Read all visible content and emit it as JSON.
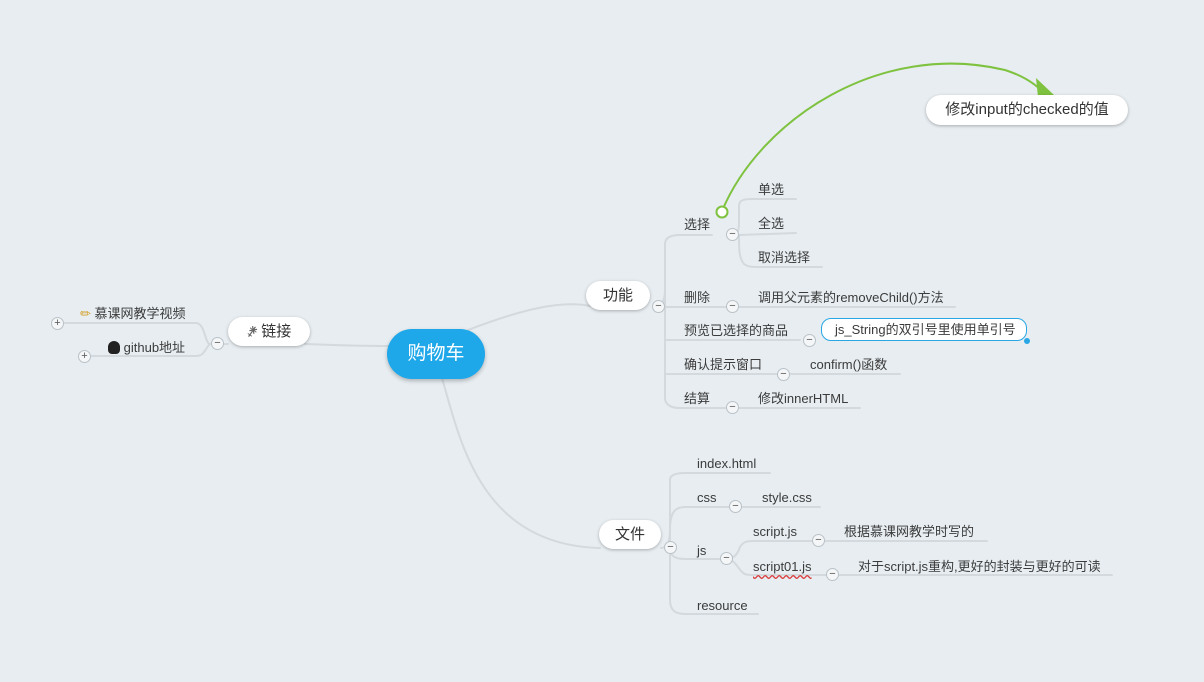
{
  "root": {
    "label": "购物车"
  },
  "links": {
    "label": "链接",
    "icon": "paperclip-icon",
    "items": [
      {
        "label": "慕课网教学视频",
        "icon": "pencil-icon"
      },
      {
        "label": "github地址",
        "icon": "penguin-icon"
      }
    ]
  },
  "features": {
    "label": "功能",
    "select": {
      "label": "选择",
      "children": [
        "单选",
        "全选",
        "取消选择"
      ]
    },
    "delete": {
      "label": "删除",
      "child": "调用父元素的removeChild()方法"
    },
    "preview": {
      "label": "预览已选择的商品",
      "child": "js_String的双引号里使用单引号"
    },
    "confirm": {
      "label": "确认提示窗口",
      "child": "confirm()函数"
    },
    "checkout": {
      "label": "结算",
      "child": "修改innerHTML"
    }
  },
  "callout": {
    "label": "修改input的checked的值"
  },
  "files": {
    "label": "文件",
    "index": "index.html",
    "css": {
      "label": "css",
      "child": "style.css"
    },
    "js": {
      "label": "js",
      "script": {
        "label": "script.js",
        "note": "根据慕课网教学时写的"
      },
      "script01": {
        "label": "script01.js",
        "note": "对于script.js重构,更好的封装与更好的可读"
      }
    },
    "resource": "resource"
  },
  "colors": {
    "root": "#1ea7e9",
    "background": "#e7edf1",
    "line": "#d6dcdf",
    "relation": "#7ec23f",
    "selection": "#29a7e5"
  }
}
